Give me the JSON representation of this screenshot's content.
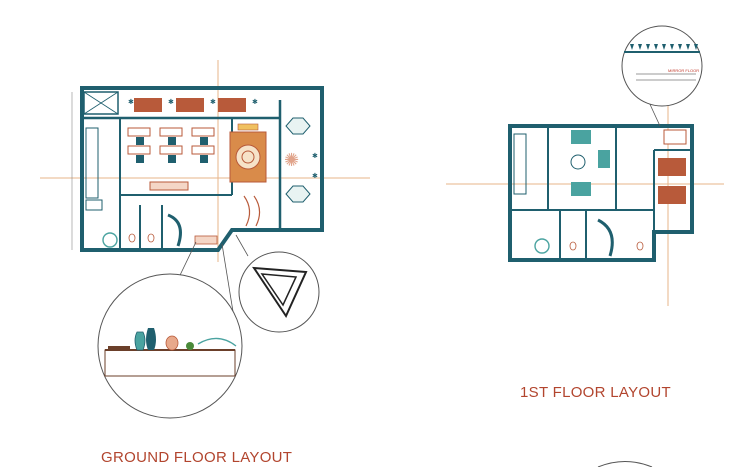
{
  "titles": {
    "ground_floor": "GROUND FLOOR LAYOUT",
    "first_floor": "1ST FLOOR LAYOUT"
  },
  "callouts": {
    "mirror_floor_label": "MIRROR FLOOR"
  },
  "colors": {
    "wall": "#1f5f6e",
    "furniture_wood": "#b85a3a",
    "accent_teal": "#4aa3a0",
    "title_red": "#b2452e",
    "axis_line": "#e7b48a",
    "callout_stroke": "#555555"
  }
}
